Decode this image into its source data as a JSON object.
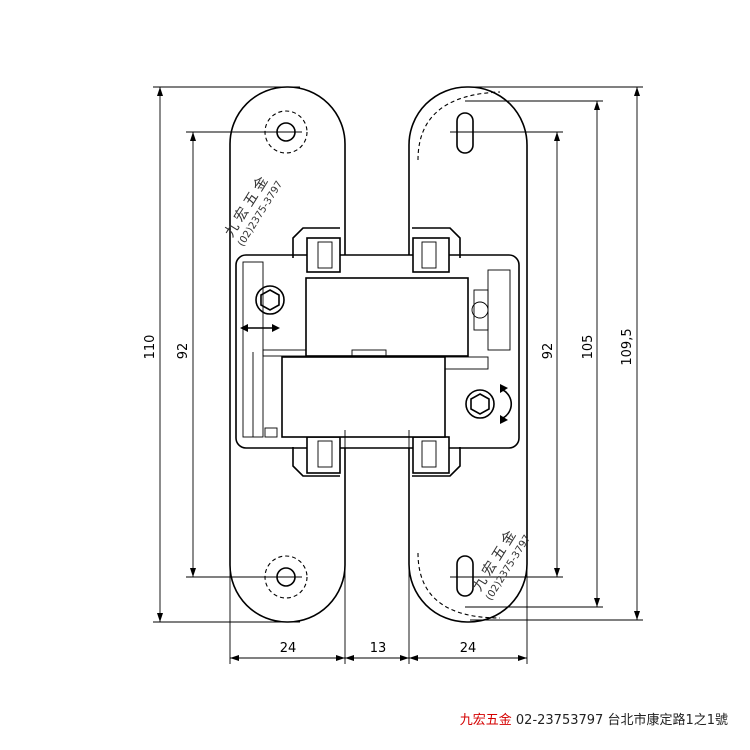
{
  "dimensions": {
    "left_height": "110",
    "left_hole_spacing": "92",
    "right_hole_spacing": "92",
    "right_slot_spacing": "105",
    "right_height": "109,5",
    "left_body_width": "24",
    "gap_width": "13",
    "right_body_width": "24"
  },
  "watermark": {
    "brand": "九宏五金",
    "phone": "(02)2375-3797"
  },
  "footer": {
    "brand": "九宏五金",
    "phone": "02-23753797",
    "address": "台北市康定路1之1號"
  },
  "colors": {
    "line": "#000000",
    "brand_red": "#d40000"
  },
  "icons": [
    "hex-screw-icon",
    "horizontal-adjust-arrow-icon",
    "rotate-adjust-arrow-icon"
  ]
}
